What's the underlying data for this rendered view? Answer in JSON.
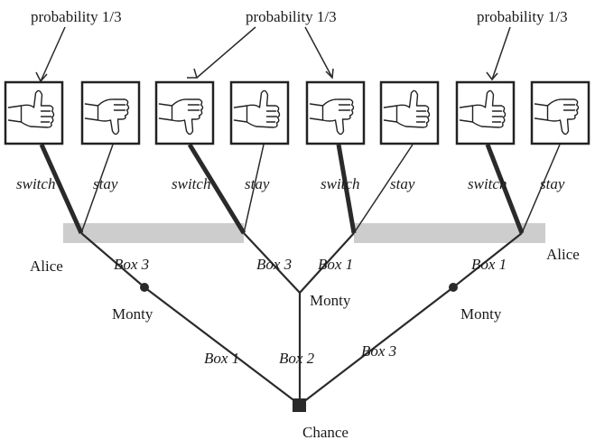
{
  "probability_labels": [
    "probability 1/3",
    "probability 1/3",
    "probability 1/3"
  ],
  "players": {
    "chance": "Chance",
    "monty": [
      "Monty",
      "Monty",
      "Monty"
    ],
    "alice": [
      "Alice",
      "Alice"
    ]
  },
  "chance_moves": [
    "Box 1",
    "Box 2",
    "Box 3"
  ],
  "monty_moves": [
    "Box 3",
    "Box 3",
    "Box 1",
    "Box 1"
  ],
  "alice_moves": [
    "switch",
    "stay",
    "switch",
    "stay",
    "switch",
    "stay",
    "switch",
    "stay"
  ],
  "outcomes": [
    "thumbs-up",
    "thumbs-down",
    "thumbs-down",
    "thumbs-up",
    "thumbs-down",
    "thumbs-up",
    "thumbs-up",
    "thumbs-down"
  ],
  "colors": {
    "line": "#2a2a2a",
    "info_set": "#cdcdcd",
    "box_border": "#222222"
  }
}
